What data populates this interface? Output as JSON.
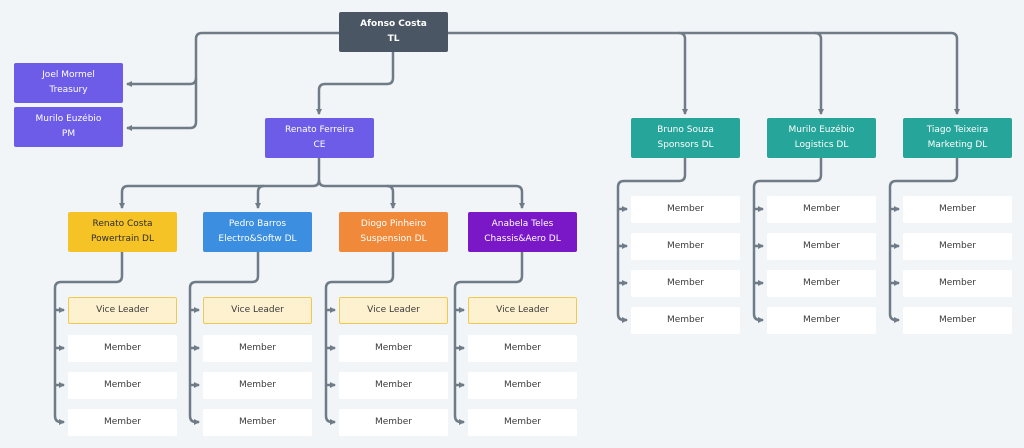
{
  "top": {
    "name": "Afonso Costa",
    "role": "TL"
  },
  "side": [
    {
      "name": "Joel Mormel",
      "role": "Treasury"
    },
    {
      "name": "Murilo Euzébio",
      "role": "PM"
    }
  ],
  "ce": {
    "name": "Renato Ferreira",
    "role": "CE"
  },
  "groups": [
    {
      "name": "Renato Costa",
      "role": "Powertrain DL",
      "vice": "Vice Leader",
      "members": [
        "Member",
        "Member",
        "Member"
      ]
    },
    {
      "name": "Pedro Barros",
      "role": "Electro&Softw DL",
      "vice": "Vice Leader",
      "members": [
        "Member",
        "Member",
        "Member"
      ]
    },
    {
      "name": "Diogo Pinheiro",
      "role": "Suspension DL",
      "vice": "Vice Leader",
      "members": [
        "Member",
        "Member",
        "Member"
      ]
    },
    {
      "name": "Anabela Teles",
      "role": "Chassis&Aero DL",
      "vice": "Vice Leader",
      "members": [
        "Member",
        "Member",
        "Member"
      ]
    },
    {
      "name": "Bruno Souza",
      "role": "Sponsors DL",
      "members": [
        "Member",
        "Member",
        "Member",
        "Member"
      ]
    },
    {
      "name": "Murilo Euzébio",
      "role": "Logistics DL",
      "members": [
        "Member",
        "Member",
        "Member",
        "Member"
      ]
    },
    {
      "name": "Tiago Teixeira",
      "role": "Marketing DL",
      "members": [
        "Member",
        "Member",
        "Member",
        "Member"
      ]
    }
  ],
  "colors": {
    "connector": "#6f7b87",
    "top": "#4a5663",
    "side": "#6c5ce7",
    "ce": "#6c5ce7",
    "powertrain": "#f6c326",
    "electro": "#3b8ee0",
    "suspension": "#f08a3a",
    "chassis": "#7a18c8",
    "right_leads": "#26a69a",
    "vice_fill": "#fdf1cf",
    "member_fill": "#ffffff"
  }
}
